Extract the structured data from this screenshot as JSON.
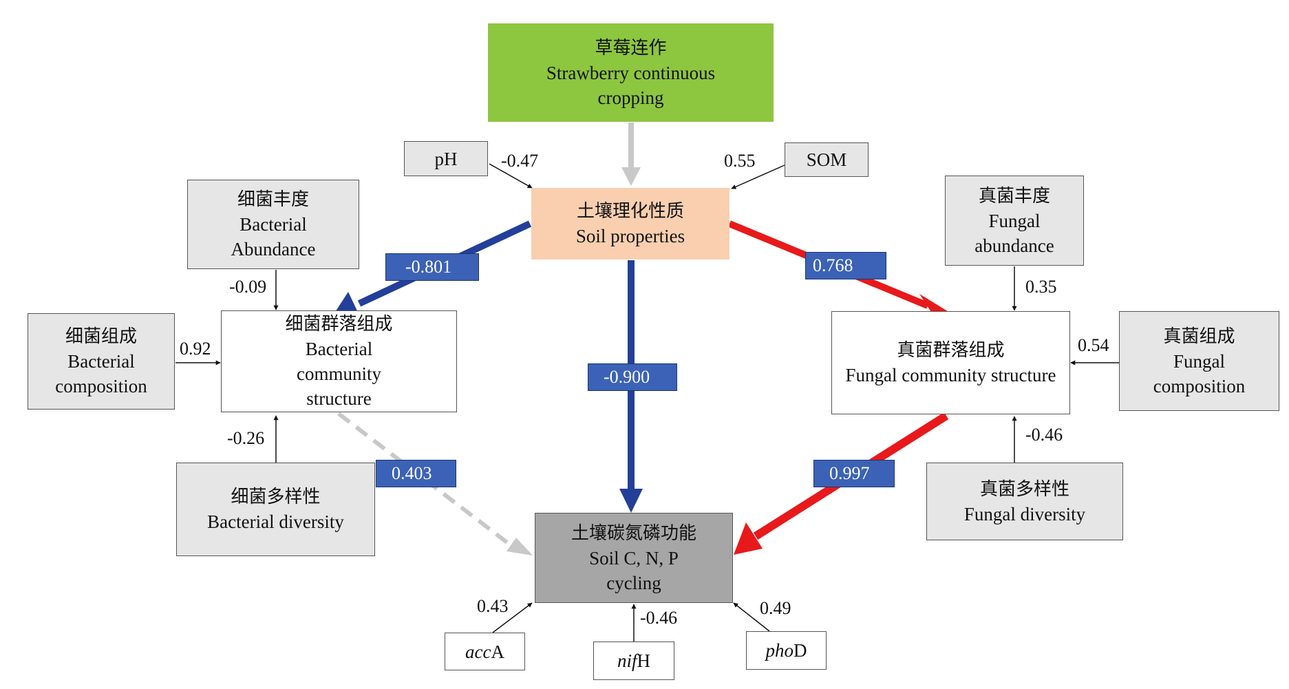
{
  "nodes": {
    "strawberry": {
      "zh": "草莓连作",
      "en_line1": "Strawberry continuous",
      "en_line2": "cropping"
    },
    "soil_properties": {
      "zh": "土壤理化性质",
      "en": "Soil properties"
    },
    "ph": {
      "label": "pH"
    },
    "som": {
      "label": "SOM"
    },
    "bacterial_abundance": {
      "zh": "细菌丰度",
      "en_line1": "Bacterial",
      "en_line2": "Abundance"
    },
    "bacterial_composition": {
      "zh": "细菌组成",
      "en_line1": "Bacterial",
      "en_line2": "composition"
    },
    "bacterial_community": {
      "zh": "细菌群落组成",
      "en_line1": "Bacterial",
      "en_line2": "community",
      "en_line3": "structure"
    },
    "bacterial_diversity": {
      "zh": "细菌多样性",
      "en": "Bacterial diversity"
    },
    "fungal_abundance": {
      "zh": "真菌丰度",
      "en_line1": "Fungal",
      "en_line2": "abundance"
    },
    "fungal_composition": {
      "zh": "真菌组成",
      "en_line1": "Fungal",
      "en_line2": "composition"
    },
    "fungal_community": {
      "zh": "真菌群落组成",
      "en": "Fungal community structure"
    },
    "fungal_diversity": {
      "zh": "真菌多样性",
      "en": "Fungal diversity"
    },
    "soil_cycling": {
      "zh": "土壤碳氮磷功能",
      "en_line1": "Soil C, N, P",
      "en_line2": "cycling"
    },
    "acca": {
      "italic": "acc",
      "plain": "A"
    },
    "nifh": {
      "italic": "nif",
      "plain": "H"
    },
    "phod": {
      "italic": "pho",
      "plain": "D"
    }
  },
  "coefficients": {
    "ph": "-0.47",
    "som": "0.55",
    "bacterial_abundance": "-0.09",
    "bacterial_composition": "0.92",
    "bacterial_diversity": "-0.26",
    "fungal_abundance": "0.35",
    "fungal_composition": "0.54",
    "fungal_diversity": "-0.46",
    "acca": "0.43",
    "nifh": "-0.46",
    "phod": "0.49"
  },
  "path_coefficients": {
    "soil_to_bacterial": "-0.801",
    "soil_to_fungal": "0.768",
    "soil_to_cycling": "-0.900",
    "bacterial_to_cycling": "0.403",
    "fungal_to_cycling": "0.997"
  },
  "colors": {
    "positive": "#e8191b",
    "negative": "#233f99",
    "nonsignificant": "#c8c8c8",
    "driver": "#8dc63f",
    "soil_properties": "#f9cfaf",
    "cycling": "#a6a6a6",
    "label_fill": "#3b62b6"
  }
}
